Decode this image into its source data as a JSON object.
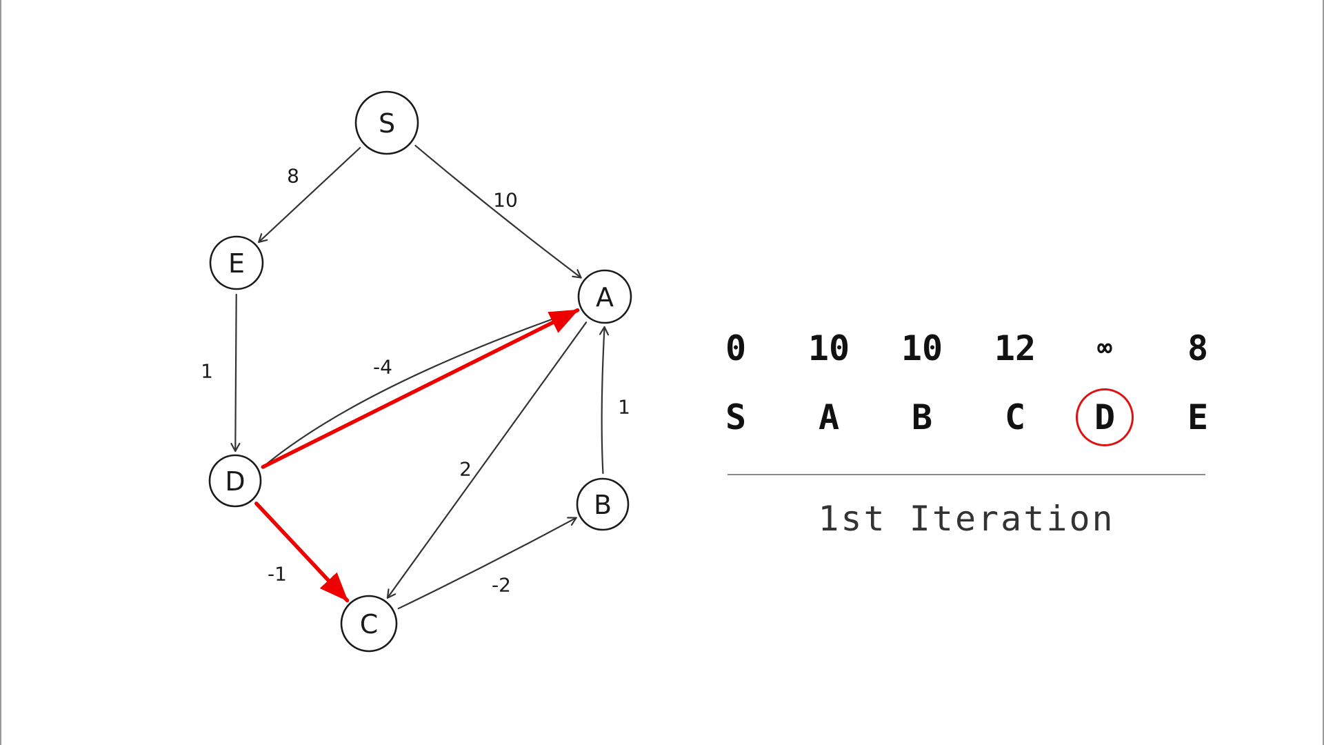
{
  "graph": {
    "nodes": [
      {
        "id": "S",
        "label": "S"
      },
      {
        "id": "E",
        "label": "E"
      },
      {
        "id": "A",
        "label": "A"
      },
      {
        "id": "D",
        "label": "D"
      },
      {
        "id": "B",
        "label": "B"
      },
      {
        "id": "C",
        "label": "C"
      }
    ],
    "edges": [
      {
        "from": "S",
        "to": "E",
        "weight": "8",
        "highlighted": false
      },
      {
        "from": "S",
        "to": "A",
        "weight": "10",
        "highlighted": false
      },
      {
        "from": "E",
        "to": "D",
        "weight": "1",
        "highlighted": false
      },
      {
        "from": "D",
        "to": "A",
        "weight": "-4",
        "highlighted": true
      },
      {
        "from": "A",
        "to": "C",
        "weight": "2",
        "highlighted": false
      },
      {
        "from": "B",
        "to": "A",
        "weight": "1",
        "highlighted": false
      },
      {
        "from": "D",
        "to": "C",
        "weight": "-1",
        "highlighted": true
      },
      {
        "from": "C",
        "to": "B",
        "weight": "-2",
        "highlighted": false
      }
    ],
    "highlight_color": "#ee0000"
  },
  "table": {
    "columns": [
      {
        "name": "S",
        "distance": "0",
        "circled": false
      },
      {
        "name": "A",
        "distance": "10",
        "circled": false
      },
      {
        "name": "B",
        "distance": "10",
        "circled": false
      },
      {
        "name": "C",
        "distance": "12",
        "circled": false
      },
      {
        "name": "D",
        "distance": "∞",
        "circled": true
      },
      {
        "name": "E",
        "distance": "8",
        "circled": false
      }
    ],
    "caption": "1st Iteration",
    "circle_color": "#dd1111"
  }
}
